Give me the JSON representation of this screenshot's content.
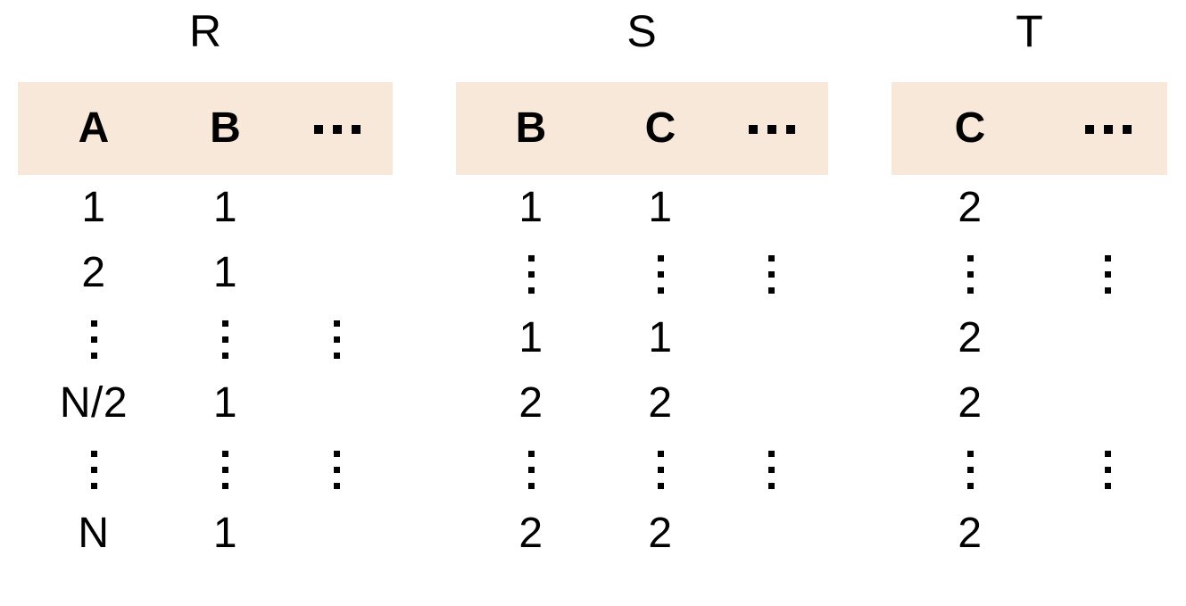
{
  "figure": {
    "background_color": "#ffffff",
    "header_highlight_color": "#f8e8da",
    "text_color": "#000000",
    "ellipsis_horizontal": "⋯",
    "ellipsis_vertical": "⋮"
  },
  "tables": [
    {
      "name": "R",
      "title": "R",
      "columns": [
        "A",
        "B",
        "⋯"
      ],
      "rows": [
        [
          "1",
          "1",
          ""
        ],
        [
          "2",
          "1",
          ""
        ],
        [
          "⋮",
          "⋮",
          "⋮"
        ],
        [
          "N/2",
          "1",
          ""
        ],
        [
          "⋮",
          "⋮",
          "⋮"
        ],
        [
          "N",
          "1",
          ""
        ]
      ]
    },
    {
      "name": "S",
      "title": "S",
      "columns": [
        "B",
        "C",
        "⋯"
      ],
      "rows": [
        [
          "1",
          "1",
          ""
        ],
        [
          "⋮",
          "⋮",
          "⋮"
        ],
        [
          "1",
          "1",
          ""
        ],
        [
          "2",
          "2",
          ""
        ],
        [
          "⋮",
          "⋮",
          "⋮"
        ],
        [
          "2",
          "2",
          ""
        ]
      ]
    },
    {
      "name": "T",
      "title": "T",
      "columns": [
        "C",
        "⋯"
      ],
      "rows": [
        [
          "2",
          ""
        ],
        [
          "⋮",
          "⋮"
        ],
        [
          "2",
          ""
        ],
        [
          "2",
          ""
        ],
        [
          "⋮",
          "⋮"
        ],
        [
          "2",
          ""
        ]
      ]
    }
  ]
}
